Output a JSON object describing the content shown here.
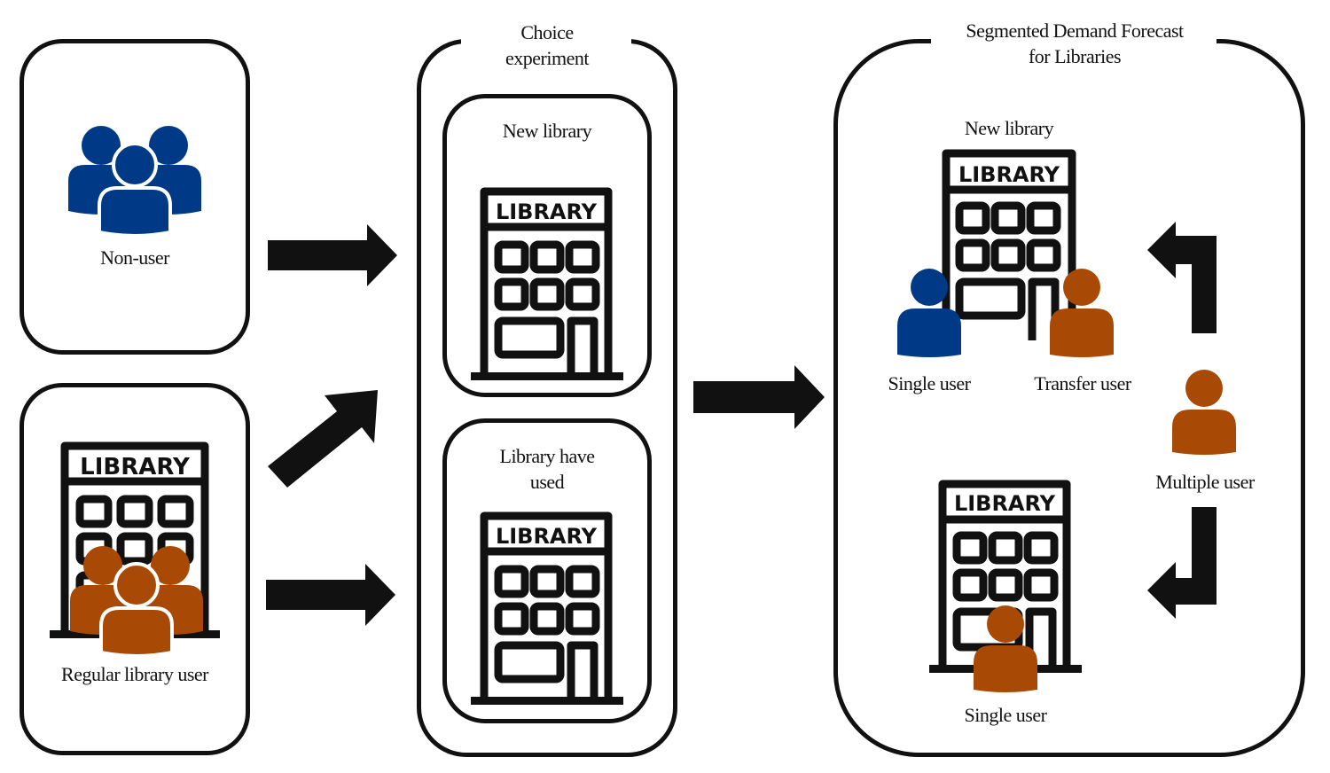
{
  "colors": {
    "blue": "#003a87",
    "orange": "#a84a05",
    "black": "#111111"
  },
  "left": {
    "non_user": {
      "label": "Non-user",
      "icon": "group-users-icon"
    },
    "regular_user": {
      "label": "Regular library user",
      "icon": "library-with-users-icon"
    }
  },
  "middle": {
    "title_line1": "Choice",
    "title_line2": "experiment",
    "new_library": {
      "label": "New library",
      "sign": "LIBRARY"
    },
    "used_library": {
      "label_line1": "Library have",
      "label_line2": "used",
      "sign": "LIBRARY"
    }
  },
  "right": {
    "title_line1": "Segmented Demand Forecast",
    "title_line2": "for Libraries",
    "new_library_label": "New library",
    "sign": "LIBRARY",
    "single_user_top": "Single user",
    "transfer_user": "Transfer user",
    "multiple_user": "Multiple user",
    "single_user_bottom": "Single user"
  }
}
